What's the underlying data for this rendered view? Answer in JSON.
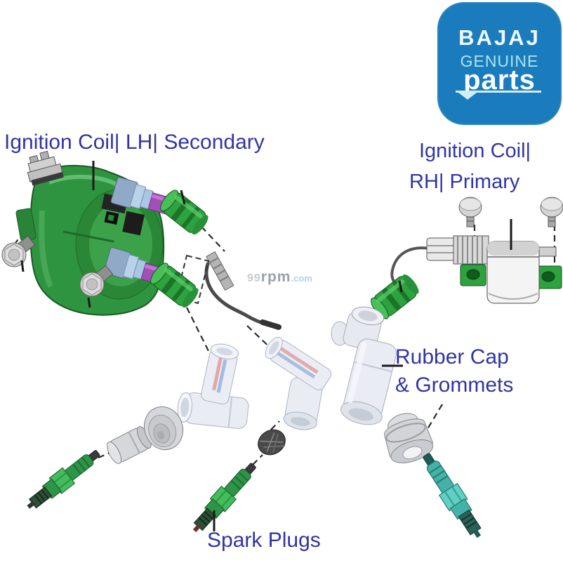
{
  "logo": {
    "brand": "BAJAJ",
    "genuine": "GENUINE",
    "parts": "parts"
  },
  "labels": {
    "lh": "Ignition Coil| LH| Secondary",
    "rh1": "Ignition Coil|",
    "rh2": "RH| Primary",
    "rubber1": "Rubber Cap",
    "rubber2": "& Grommets",
    "spark": "Spark Plugs"
  },
  "watermark": {
    "num": "99",
    "mid": "rpm",
    "tld": ".com"
  },
  "colors": {
    "logo_blue": "#1a7cbc",
    "logo_accent": "#aee4f4",
    "label_blue": "#3134a6",
    "coil_green": "#2f9440",
    "grommet_green": "#2da23e",
    "terminal_purple": "#a24fb8",
    "collar_blue": "#b9d2ea",
    "plug_green": "#2e9447",
    "plug_teal": "#46b2a7",
    "watermark_gray": "#9aa2a8",
    "watermark_blue": "#aed4ea"
  },
  "parts": [
    "ignition-coil-lh-secondary",
    "ignition-coil-rh-primary",
    "coil-terminal-upper",
    "coil-terminal-lower",
    "grommet-cap-1",
    "grommet-cap-2",
    "grommet-cap-3",
    "mounting-bolt-1",
    "mounting-bolt-2",
    "mounting-bolt-3",
    "mounting-bolt-4",
    "ht-lead-wire-lh",
    "ht-lead-wire-rh",
    "rubber-cap-right",
    "rubber-elbow-cap-left",
    "rubber-elbow-cap-center",
    "bell-grommet-left",
    "bell-grommet-right",
    "seal-cylinder",
    "gland-nut",
    "spark-plug-lh",
    "spark-plug-center",
    "spark-plug-rh"
  ]
}
